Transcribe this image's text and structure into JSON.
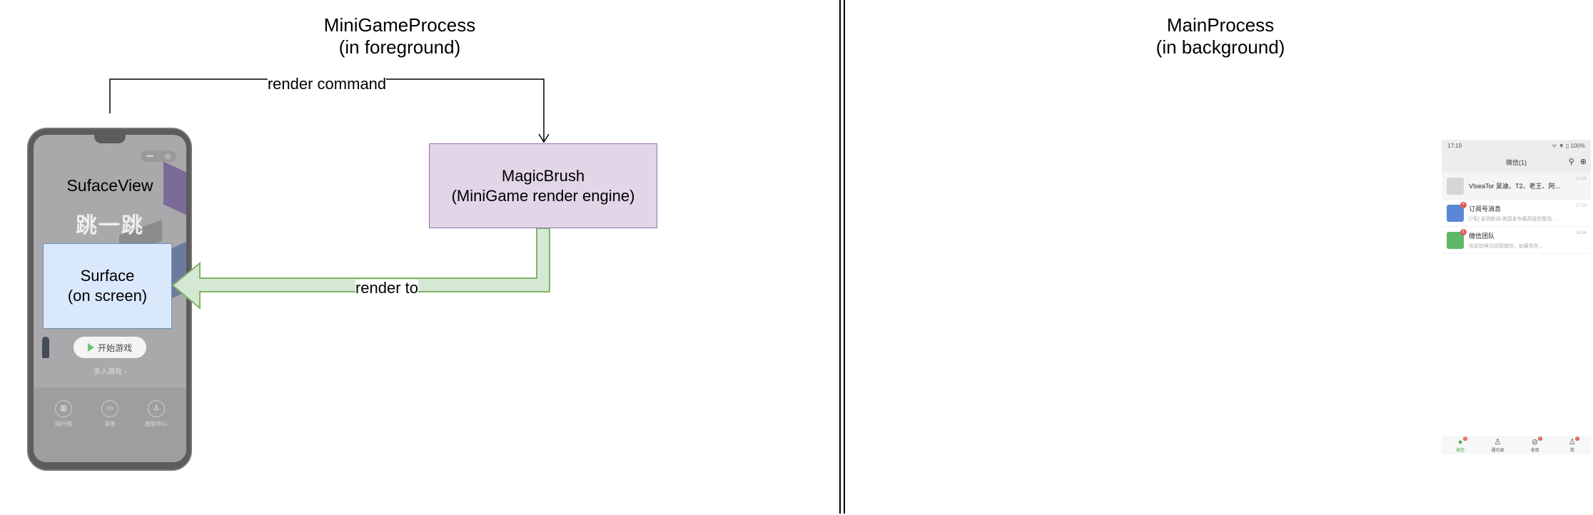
{
  "left_section": {
    "title_line1": "MiniGameProcess",
    "title_line2": "(in foreground)"
  },
  "right_section": {
    "title_line1": "MainProcess",
    "title_line2": "(in background)"
  },
  "phone": {
    "surfaceview_label": "SufaceView",
    "game_logo": "跳一跳",
    "capsule_more": "•••",
    "capsule_close": "◎",
    "start_button": "开始游戏",
    "multiplayer_link": "多人游戏 ›",
    "bottom_items": [
      {
        "label": "排行榜",
        "icon": "chart-icon",
        "glyph": "▥"
      },
      {
        "label": "消息",
        "icon": "message-icon",
        "glyph": "▭"
      },
      {
        "label": "皮肤中心",
        "icon": "shirt-icon",
        "glyph": "♙"
      }
    ]
  },
  "surface": {
    "line1": "Surface",
    "line2": "(on screen)"
  },
  "magicbrush": {
    "line1": "MagicBrush",
    "line2": "(MiniGame render engine)"
  },
  "edges": {
    "render_command": "render  command",
    "render_to": "render to"
  },
  "colors": {
    "surface_fill": "#dae8fc",
    "surface_stroke": "#6c8ebf",
    "magic_fill": "#e1d5e7",
    "magic_stroke": "#9673a6",
    "arrow_fill": "#d5e8d4",
    "arrow_stroke": "#82b366"
  },
  "wechat": {
    "time": "17:19",
    "battery": "100%",
    "signal": "ᯤ ▼ ▯",
    "title": "微信(1)",
    "chats": [
      {
        "name": "VIseaTor 吴迪、T2、老王、阿...",
        "preview": "",
        "time": "14:36",
        "badge": ""
      },
      {
        "name": "订阅号消息",
        "preview": "[7条] 澎湃新闻:美国发布最高级别警告: ...",
        "time": "17:19",
        "badge": "•"
      },
      {
        "name": "微信团队",
        "preview": "欢迎你再次回到微信。如果你在...",
        "time": "14:36",
        "badge": "1"
      }
    ],
    "tabs": [
      {
        "label": "微信",
        "glyph": "●",
        "badge": "1"
      },
      {
        "label": "通讯录",
        "glyph": "♙",
        "badge": ""
      },
      {
        "label": "发现",
        "glyph": "⊘",
        "badge": "•"
      },
      {
        "label": "我",
        "glyph": "♙",
        "badge": "•"
      }
    ]
  }
}
